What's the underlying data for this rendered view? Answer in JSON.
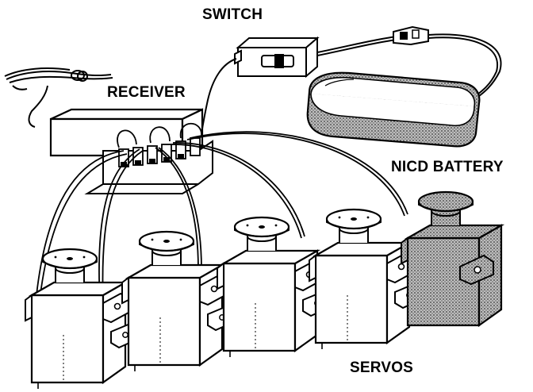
{
  "labels": {
    "switch": "SWITCH",
    "receiver": "RECEIVER",
    "battery": "NICD BATTERY",
    "servos": "SERVOS"
  },
  "colors": {
    "ink": "#000000",
    "paper": "#ffffff",
    "shaded_servo": "#8c8c8c"
  }
}
